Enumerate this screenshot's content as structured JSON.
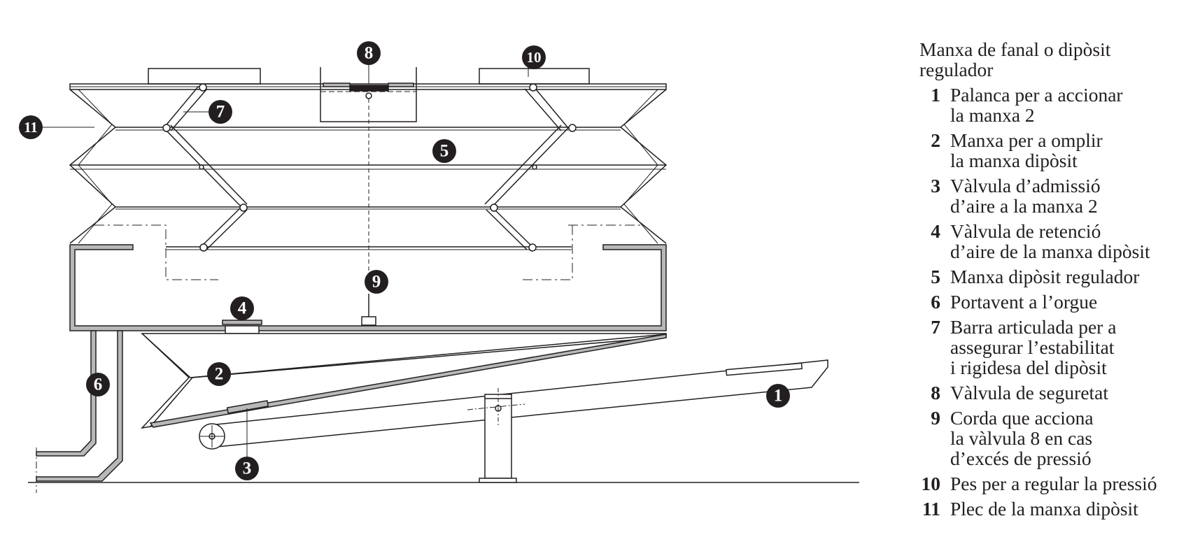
{
  "legend": {
    "title": "Manxa de fanal o dipòsit\nregulador",
    "items": [
      {
        "num": "1",
        "text": "Palanca per a accionar\nla manxa 2"
      },
      {
        "num": "2",
        "text": "Manxa per a omplir\nla manxa dipòsit"
      },
      {
        "num": "3",
        "text": "Vàlvula d’admissió\nd’aire a la manxa 2"
      },
      {
        "num": "4",
        "text": "Vàlvula de retenció\nd’aire de la manxa dipòsit"
      },
      {
        "num": "5",
        "text": "Manxa dipòsit regulador"
      },
      {
        "num": "6",
        "text": "Portavent a l’orgue"
      },
      {
        "num": "7",
        "text": "Barra articulada per a\nassegurar l’estabilitat\ni rigidesa del dipòsit"
      },
      {
        "num": "8",
        "text": "Vàlvula de seguretat"
      },
      {
        "num": "9",
        "text": "Corda que acciona\nla vàlvula 8 en cas\nd’excés de pressió"
      },
      {
        "num": "10",
        "text": "Pes per a regular la pressió"
      },
      {
        "num": "11",
        "text": "Plec de la manxa dipòsit"
      }
    ]
  },
  "callouts": [
    "1",
    "2",
    "3",
    "4",
    "5",
    "6",
    "7",
    "8",
    "9",
    "10",
    "11"
  ],
  "colors": {
    "ink": "#231f20",
    "wall": "#b8b8b8",
    "paper": "#ffffff"
  }
}
